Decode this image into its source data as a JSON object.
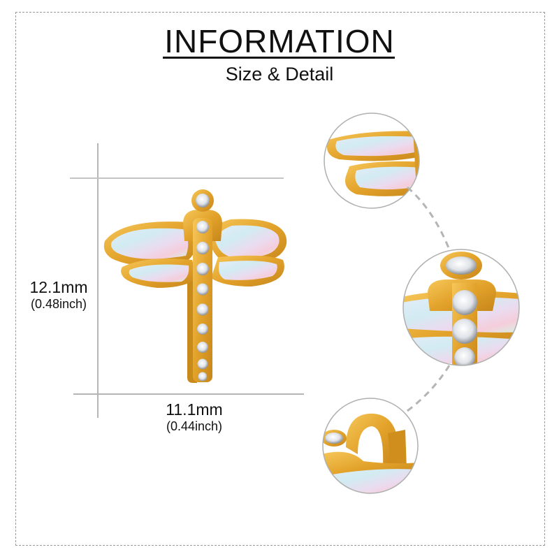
{
  "header": {
    "title": "INFORMATION",
    "subtitle": "Size & Detail"
  },
  "dimensions": {
    "height": {
      "mm": "12.1mm",
      "inch": "(0.48inch)"
    },
    "width": {
      "mm": "11.1mm",
      "inch": "(0.44inch)"
    }
  },
  "product": {
    "name": "dragonfly-huggie-earring",
    "metal_color": "#e0a42a",
    "stone_color": "#e8eef5",
    "opal_colors": [
      "#dfe9f7",
      "#cfe6f2",
      "#f4c6d6",
      "#d9f2df"
    ]
  },
  "detail_views": [
    {
      "id": "wing-detail",
      "label": "wings close-up"
    },
    {
      "id": "body-detail",
      "label": "stones close-up"
    },
    {
      "id": "hinge-detail",
      "label": "hoop hinge close-up"
    }
  ],
  "colors": {
    "border": "#9a9a9a",
    "guide_line": "#b5b5b5",
    "text": "#111111"
  }
}
